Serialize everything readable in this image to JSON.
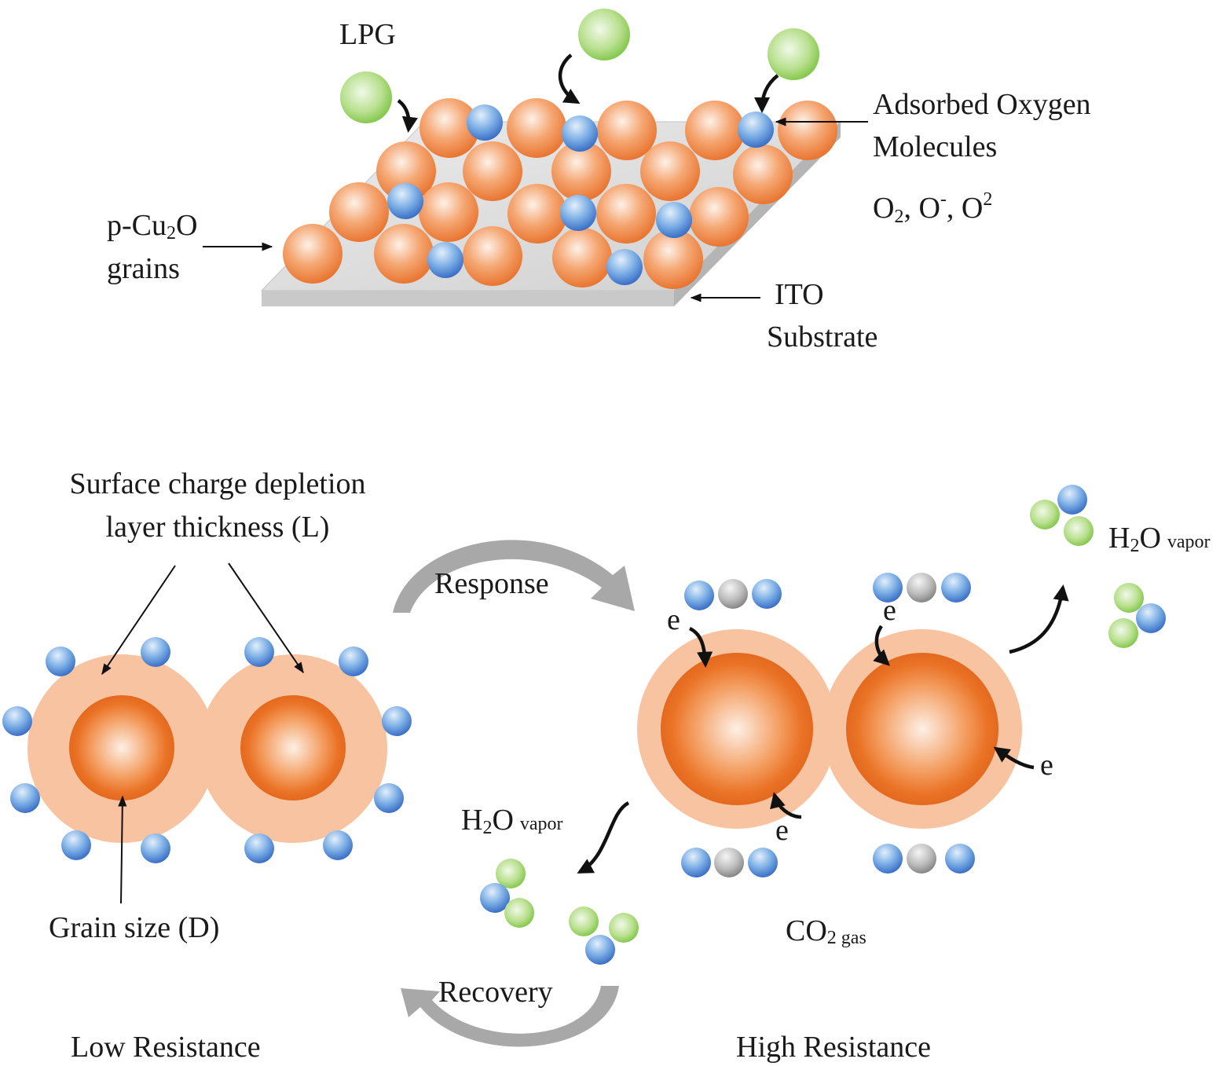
{
  "labels": {
    "lpg": "LPG",
    "adsorbed_line1": "Adsorbed Oxygen",
    "adsorbed_line2": "Molecules",
    "oxygen_species": {
      "o1": "O",
      "o1_sub": "2",
      "o2": ", O",
      "o2_sup": "-",
      "o3": ", O",
      "o3_sup": "2"
    },
    "grains_line1_prefix": "p-Cu",
    "grains_line1_sub": "2",
    "grains_line1_suffix": "O",
    "grains_line2": "grains",
    "ito_line1": "ITO",
    "ito_line2": "Substrate",
    "depletion_line1": "Surface charge depletion",
    "depletion_line2": "layer thickness (L)",
    "grain_size": "Grain size (D)",
    "response": "Response",
    "recovery": "Recovery",
    "low_resistance": "Low Resistance",
    "high_resistance": "High Resistance",
    "electron": "e",
    "h2o_top": {
      "h": "H",
      "sub": "2",
      "o": "O",
      "phase": "vapor"
    },
    "h2o_mid": {
      "h": "H",
      "sub": "2",
      "o": "O",
      "phase": "vapor"
    },
    "co2": {
      "co": "CO",
      "sub": "2",
      "phase": " gas"
    }
  },
  "colors": {
    "grain_orange": "#ee7b30",
    "depletion_peach": "#f8c3a0",
    "oxygen_blue": "#3f79cc",
    "lpg_green": "#7cc442",
    "carbon_gray": "#8c8c8c",
    "substrate_gray": "#d7d7d7",
    "cycle_arrow_gray": "#a8a8a8"
  }
}
